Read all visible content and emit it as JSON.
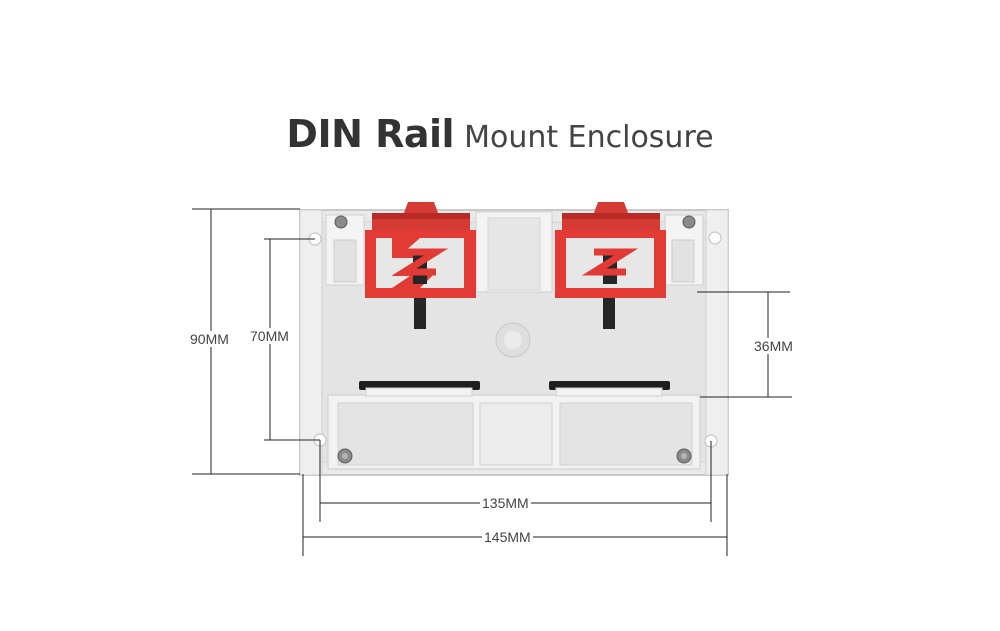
{
  "title": {
    "bold": "DIN Rail",
    "light": "Mount Enclosure"
  },
  "dimensions": {
    "height_outer": "90MM",
    "height_inner": "70MM",
    "rail_gap": "36MM",
    "width_inner": "135MM",
    "width_outer": "145MM"
  },
  "colors": {
    "housing": "#ececec",
    "housing_edge": "#c9c9c9",
    "clip": "#e23b35",
    "clip_dark": "#b72a26",
    "slot": "#1e1e1e",
    "dim_line": "#222222"
  }
}
